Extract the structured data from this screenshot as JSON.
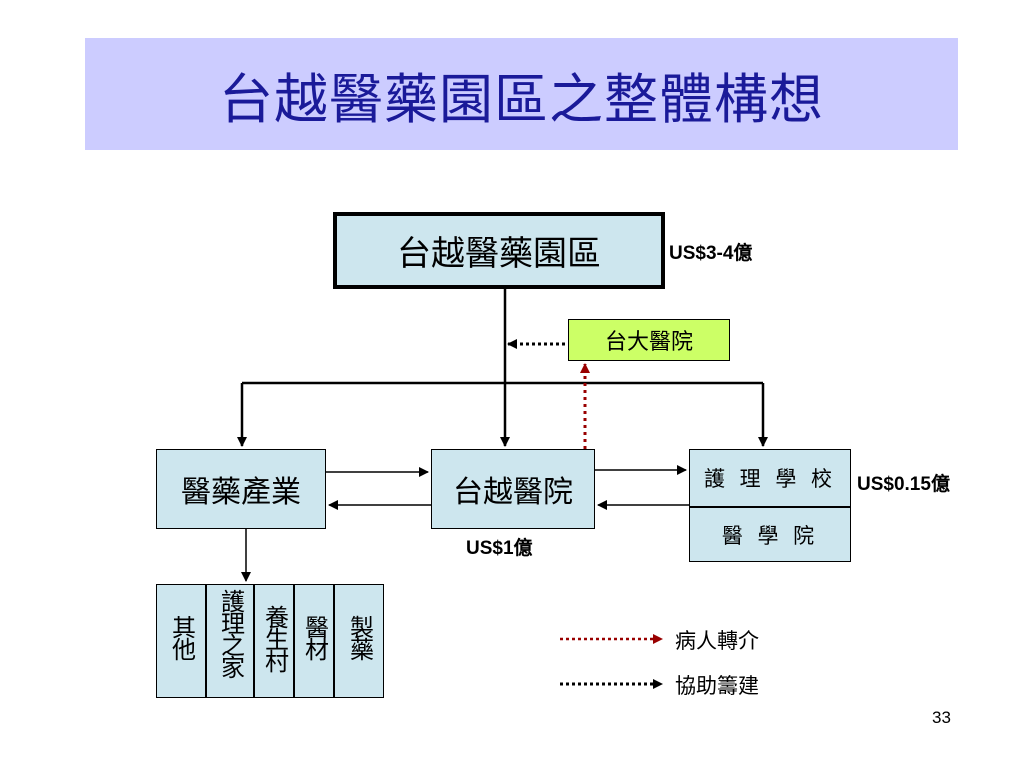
{
  "slide": {
    "title": "台越醫藥園區之整體構想",
    "page_number": "33"
  },
  "diagram": {
    "root": {
      "label": "台越醫藥園區",
      "budget": "US$3-4億"
    },
    "partner": {
      "label": "台大醫院"
    },
    "industry": {
      "label": "醫藥產業"
    },
    "hospital": {
      "label": "台越醫院",
      "budget": "US$1億"
    },
    "schools": {
      "nursing": "護 理 學 校",
      "medical": "醫 學 院",
      "budget": "US$0.15億"
    },
    "sub_industries": [
      {
        "label": "其他"
      },
      {
        "label": "護理之家"
      },
      {
        "label": "養生村"
      },
      {
        "label": "醫材"
      },
      {
        "label": "製藥"
      }
    ]
  },
  "legend": {
    "referral": {
      "label": "病人轉介",
      "color": "#990000"
    },
    "assist": {
      "label": "協助籌建",
      "color": "#000000"
    }
  },
  "colors": {
    "title_band": "#ccccff",
    "title_text": "#1a1a99",
    "box_fill": "#cde6ee",
    "partner_fill": "#ccff66"
  }
}
